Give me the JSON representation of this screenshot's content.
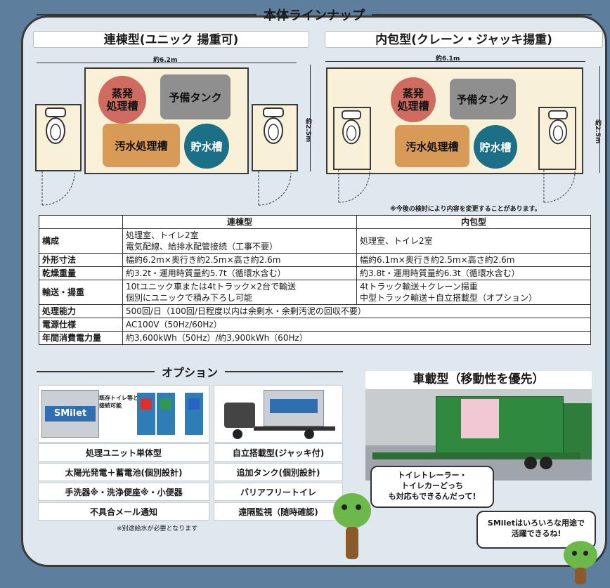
{
  "lineup": {
    "title": "本体ラインナップ",
    "renmune": {
      "title": "連棟型(ユニック 揚重可)",
      "width_label": "約6.2m",
      "height_label": "約2.5m",
      "tanks": {
        "evap": "蒸発\n処理槽",
        "spare": "予備タンク",
        "sewage": "汚水処理槽",
        "water": "貯水槽"
      }
    },
    "naiho": {
      "title": "内包型(クレーン・ジャッキ揚重)",
      "width_label": "約6.1m",
      "height_label": "約2.5m",
      "tanks": {
        "evap": "蒸発\n処理槽",
        "spare": "予備タンク",
        "sewage": "汚水処理槽",
        "water": "貯水槽"
      }
    },
    "note": "※今後の検討により内容を変更することがあります。"
  },
  "spec_table": {
    "headers": [
      "",
      "連棟型",
      "内包型"
    ],
    "rows": [
      {
        "label": "構成",
        "a": "処理室、トイレ2室\n電気配線、給排水配管接続（工事不要）",
        "b": "処理室、トイレ2室"
      },
      {
        "label": "外形寸法",
        "a": "幅約6.2m×奥行き約2.5m×高さ約2.6m",
        "b": "幅約6.1m×奥行き約2.5m×高さ約2.6m"
      },
      {
        "label": "乾燥重量",
        "a": "約3.2t・運用時質量約5.7t（循環水含む）",
        "b": "約3.8t・運用時質量約6.3t（循環水含む）"
      },
      {
        "label": "輸送・揚重",
        "a": "10tユニック車または4tトラック×2台で輸送\n個別にユニックで積み下ろし可能",
        "b": "4tトラック輸送＋クレーン揚重\n中型トラック輸送＋自立搭載型（オプション）"
      },
      {
        "label": "処理能力",
        "span": "500回/日（100回/日程度以内は余剰水・余剰汚泥の回収不要）"
      },
      {
        "label": "電源仕様",
        "span": "AC100V（50Hz/60Hz）"
      },
      {
        "label": "年間消費電力量",
        "span": "約3,600kWh（50Hz）/約3,900kWh（60Hz）"
      }
    ]
  },
  "options": {
    "title": "オプション",
    "img_logo": "SMilet",
    "img_caption": "既存トイレ等と\n接続可能",
    "items": [
      "処理ユニット単体型",
      "自立搭載型(ジャッキ付)",
      "太陽光発電＋蓄電池(個別設計)",
      "追加タンク(個別設計)",
      "手洗器※・洗浄便座※・小便器",
      "バリアフリートイレ",
      "不具合メール通知",
      "遠隔監視（随時確認)"
    ],
    "footnote": "※別途給水が必要となります"
  },
  "vehicle": {
    "title": "車載型（移動性を優先）",
    "bubble1": "トイレトレーラー・\nトイレカーどっち\nも対応もできるんだって!",
    "bubble2": "SMiletはいろいろな用途で\n活躍できるね!"
  }
}
